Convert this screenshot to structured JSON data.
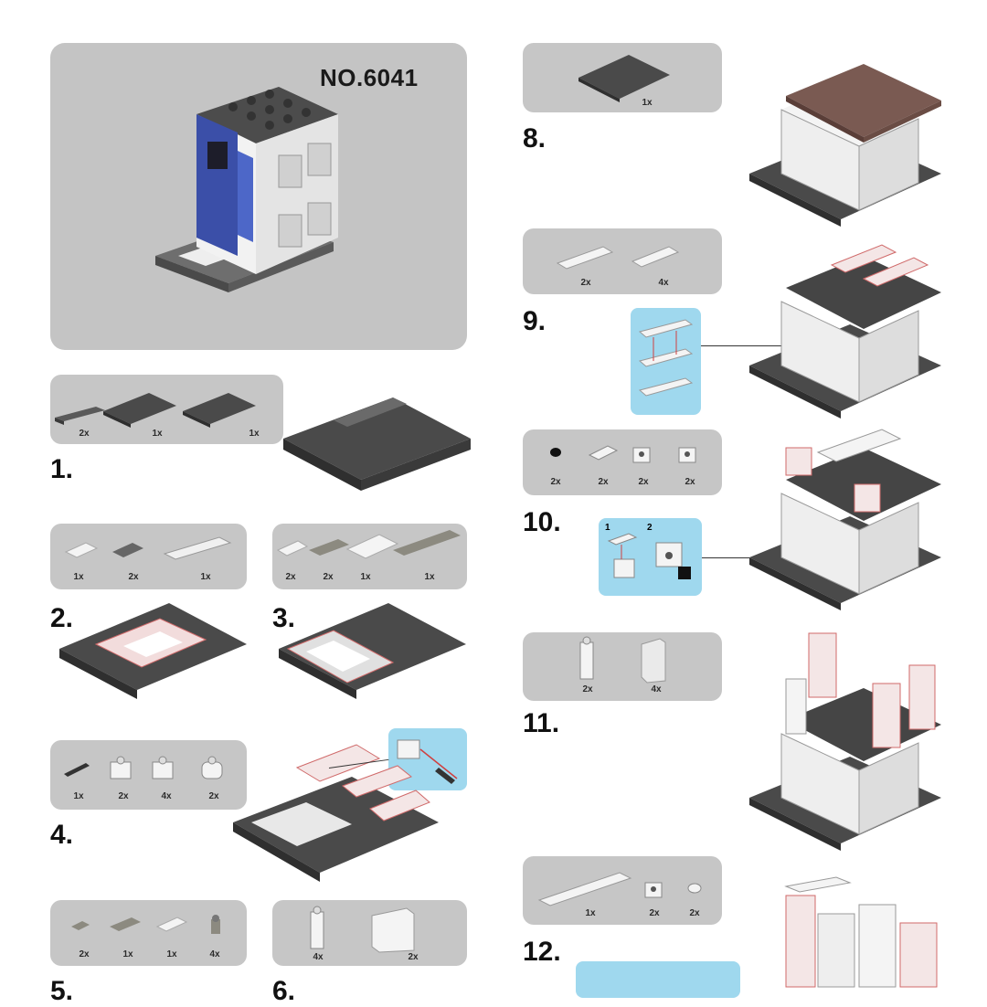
{
  "cover": {
    "model_number": "NO.6041"
  },
  "steps": [
    {
      "number": "1.",
      "parts": [
        {
          "qty": "2x",
          "icon": "plate-1x6-dark"
        },
        {
          "qty": "1x",
          "icon": "plate-4x6-dark"
        },
        {
          "qty": "1x",
          "icon": "plate-4x6-dark"
        }
      ]
    },
    {
      "number": "2.",
      "parts": [
        {
          "qty": "1x",
          "icon": "tile-white"
        },
        {
          "qty": "2x",
          "icon": "plate-1x2-dark"
        },
        {
          "qty": "1x",
          "icon": "plate-1x6-white"
        }
      ]
    },
    {
      "number": "3.",
      "parts": [
        {
          "qty": "2x",
          "icon": "tile-1x2-white"
        },
        {
          "qty": "2x",
          "icon": "tile-1x4-grey"
        },
        {
          "qty": "1x",
          "icon": "tile-2x4-white"
        },
        {
          "qty": "1x",
          "icon": "tile-1x6-grey"
        }
      ]
    },
    {
      "number": "4.",
      "parts": [
        {
          "qty": "1x",
          "icon": "bar-dark"
        },
        {
          "qty": "2x",
          "icon": "brick-white-pin"
        },
        {
          "qty": "4x",
          "icon": "brick-white"
        },
        {
          "qty": "2x",
          "icon": "brick-white-round"
        }
      ]
    },
    {
      "number": "5.",
      "parts": [
        {
          "qty": "2x",
          "icon": "tile-1x1-grey"
        },
        {
          "qty": "1x",
          "icon": "tile-1x3-grey"
        },
        {
          "qty": "1x",
          "icon": "tile-1x2-white"
        },
        {
          "qty": "4x",
          "icon": "hydrant-grey"
        }
      ]
    },
    {
      "number": "6.",
      "parts": [
        {
          "qty": "4x",
          "icon": "pillar-white"
        },
        {
          "qty": "2x",
          "icon": "panel-white"
        }
      ]
    },
    {
      "number": "8.",
      "parts": [
        {
          "qty": "1x",
          "icon": "plate-6x6-dark"
        }
      ]
    },
    {
      "number": "9.",
      "parts": [
        {
          "qty": "2x",
          "icon": "tile-1x6-white"
        },
        {
          "qty": "4x",
          "icon": "plate-1x4-white"
        }
      ]
    },
    {
      "number": "10.",
      "parts": [
        {
          "qty": "2x",
          "icon": "round-black"
        },
        {
          "qty": "2x",
          "icon": "plate-1x2-white"
        },
        {
          "qty": "2x",
          "icon": "brick-pin-white"
        },
        {
          "qty": "2x",
          "icon": "brick-side-white"
        }
      ],
      "callout_labels": [
        "1",
        "2"
      ]
    },
    {
      "number": "11.",
      "parts": [
        {
          "qty": "2x",
          "icon": "pillar-white"
        },
        {
          "qty": "4x",
          "icon": "panel-clear"
        }
      ]
    },
    {
      "number": "12.",
      "parts": [
        {
          "qty": "1x",
          "icon": "plate-1x8-white"
        },
        {
          "qty": "2x",
          "icon": "brick-pin-white"
        },
        {
          "qty": "2x",
          "icon": "stud-white"
        }
      ]
    }
  ]
}
